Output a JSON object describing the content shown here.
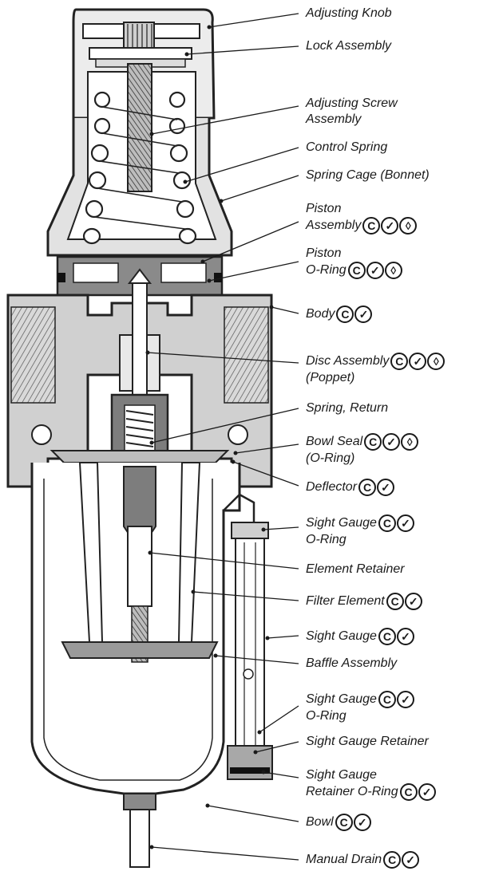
{
  "icon_glyphs": {
    "c-icon": "C",
    "check-icon": "✓",
    "drop-icon": "◊"
  },
  "labels": [
    {
      "id": "adjusting-knob",
      "lines": [
        "Adjusting Knob"
      ],
      "icons": []
    },
    {
      "id": "lock-assembly",
      "lines": [
        "Lock Assembly"
      ],
      "icons": []
    },
    {
      "id": "adjusting-screw-assembly",
      "lines": [
        "Adjusting Screw",
        "Assembly"
      ],
      "icons": []
    },
    {
      "id": "control-spring",
      "lines": [
        "Control Spring"
      ],
      "icons": []
    },
    {
      "id": "spring-cage",
      "lines": [
        "Spring Cage (Bonnet)"
      ],
      "icons": []
    },
    {
      "id": "piston-assembly",
      "lines": [
        "Piston",
        "Assembly"
      ],
      "icons": [
        "c-icon",
        "check-icon",
        "drop-icon"
      ]
    },
    {
      "id": "piston-o-ring",
      "lines": [
        "Piston",
        "O-Ring"
      ],
      "icons": [
        "c-icon",
        "check-icon",
        "drop-icon"
      ]
    },
    {
      "id": "body",
      "lines": [
        "Body"
      ],
      "icons": [
        "c-icon",
        "check-icon"
      ]
    },
    {
      "id": "disc-assembly",
      "lines": [
        "Disc Assembly",
        "(Poppet)"
      ],
      "icons": [
        "c-icon",
        "check-icon",
        "drop-icon"
      ]
    },
    {
      "id": "spring-return",
      "lines": [
        "Spring, Return"
      ],
      "icons": []
    },
    {
      "id": "bowl-seal",
      "lines": [
        "Bowl Seal",
        "(O-Ring)"
      ],
      "icons": [
        "c-icon",
        "check-icon",
        "drop-icon"
      ]
    },
    {
      "id": "deflector",
      "lines": [
        "Deflector"
      ],
      "icons": [
        "c-icon",
        "check-icon"
      ]
    },
    {
      "id": "sight-gauge-o-ring-top",
      "lines": [
        "Sight Gauge",
        "O-Ring"
      ],
      "icons": [
        "c-icon",
        "check-icon"
      ]
    },
    {
      "id": "element-retainer",
      "lines": [
        "Element Retainer"
      ],
      "icons": []
    },
    {
      "id": "filter-element",
      "lines": [
        "Filter Element"
      ],
      "icons": [
        "c-icon",
        "check-icon"
      ]
    },
    {
      "id": "sight-gauge",
      "lines": [
        "Sight Gauge"
      ],
      "icons": [
        "c-icon",
        "check-icon"
      ]
    },
    {
      "id": "baffle-assembly",
      "lines": [
        "Baffle Assembly"
      ],
      "icons": []
    },
    {
      "id": "sight-gauge-o-ring-bottom",
      "lines": [
        "Sight Gauge",
        "O-Ring"
      ],
      "icons": [
        "c-icon",
        "check-icon"
      ]
    },
    {
      "id": "sight-gauge-retainer",
      "lines": [
        "Sight Gauge Retainer"
      ],
      "icons": []
    },
    {
      "id": "sight-gauge-retainer-o-ring",
      "lines": [
        "Sight Gauge",
        "Retainer O-Ring"
      ],
      "icons": [
        "c-icon",
        "check-icon"
      ]
    },
    {
      "id": "bowl",
      "lines": [
        "Bowl"
      ],
      "icons": [
        "c-icon",
        "check-icon"
      ]
    },
    {
      "id": "manual-drain",
      "lines": [
        "Manual Drain"
      ],
      "icons": [
        "c-icon",
        "check-icon"
      ]
    }
  ]
}
